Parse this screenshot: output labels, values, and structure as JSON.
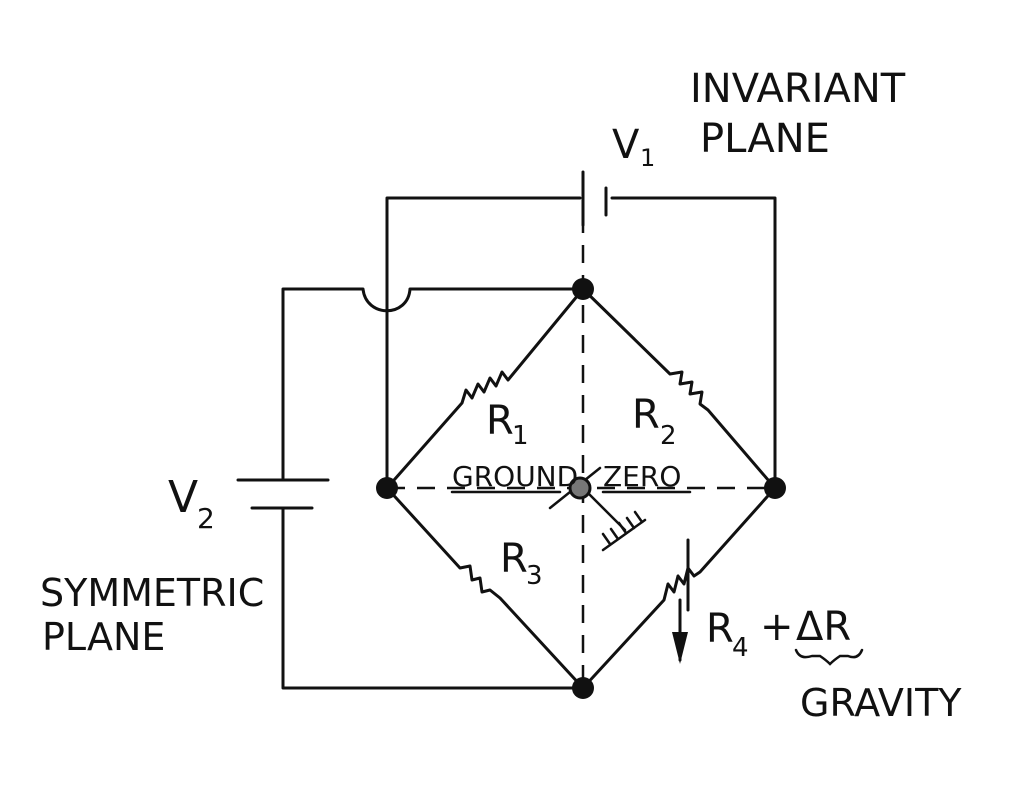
{
  "labels": {
    "invariant_line1": "INVARIANT",
    "invariant_line2": "PLANE",
    "v1": "V",
    "v1_sub": "1",
    "v2": "V",
    "v2_sub": "2",
    "symmetric_line1": "SYMMETRIC",
    "symmetric_line2": "PLANE",
    "r1": "R",
    "r1_sub": "1",
    "r2": "R",
    "r2_sub": "2",
    "r3": "R",
    "r3_sub": "3",
    "r4": "R",
    "r4_sub": "4",
    "plus": "+",
    "delta_r": "ΔR",
    "ground": "GROUND",
    "zero": "ZERO",
    "gravity": "GRAVITY"
  },
  "icons": {
    "ground": "ground-symbol-icon",
    "gravity": "down-arrow-icon"
  },
  "colors": {
    "ink": "#111111",
    "paper": "#ffffff"
  }
}
